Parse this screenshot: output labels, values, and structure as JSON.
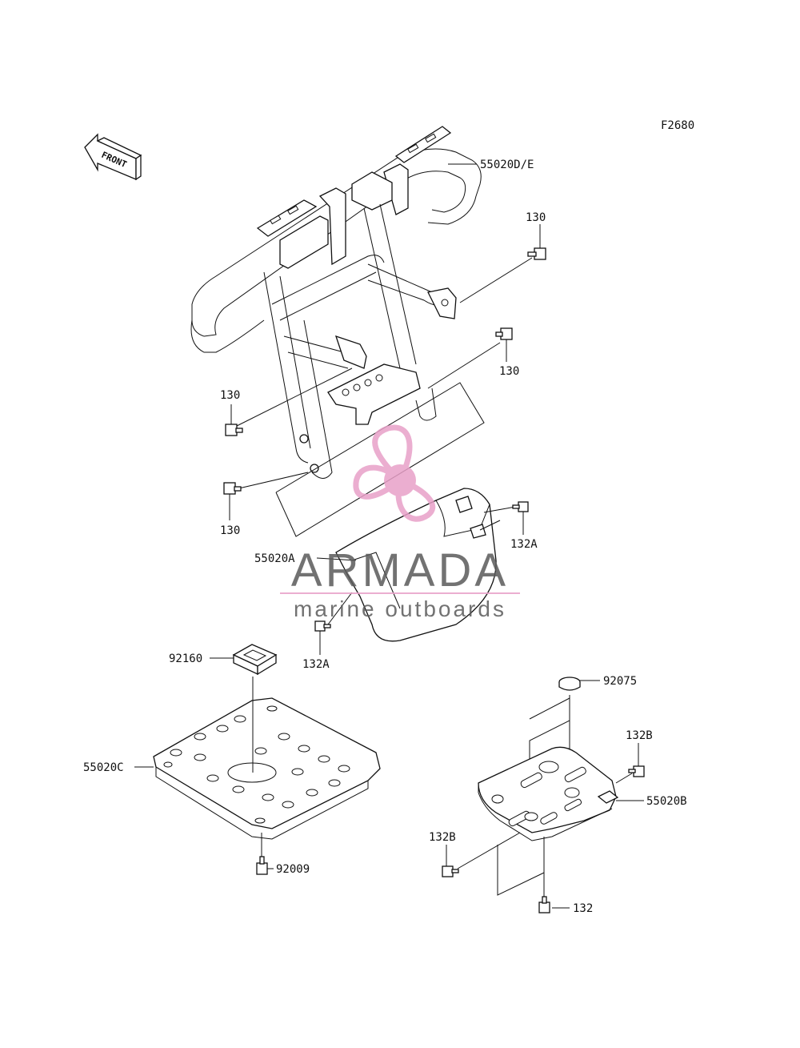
{
  "diagram": {
    "code": "F2680",
    "front_label": "FRONT",
    "part_labels": {
      "p_55020DE": "55020D/E",
      "p_130_a": "130",
      "p_130_b": "130",
      "p_130_c": "130",
      "p_130_d": "130",
      "p_132A_a": "132A",
      "p_132A_b": "132A",
      "p_55020A": "55020A",
      "p_92160": "92160",
      "p_55020C": "55020C",
      "p_92009": "92009",
      "p_92075": "92075",
      "p_132B_a": "132B",
      "p_55020B": "55020B",
      "p_132B_b": "132B",
      "p_132": "132"
    }
  },
  "watermark": {
    "brand": "ARMADA",
    "tagline": "marine outboards",
    "accent_color": "#e8a0c8"
  }
}
